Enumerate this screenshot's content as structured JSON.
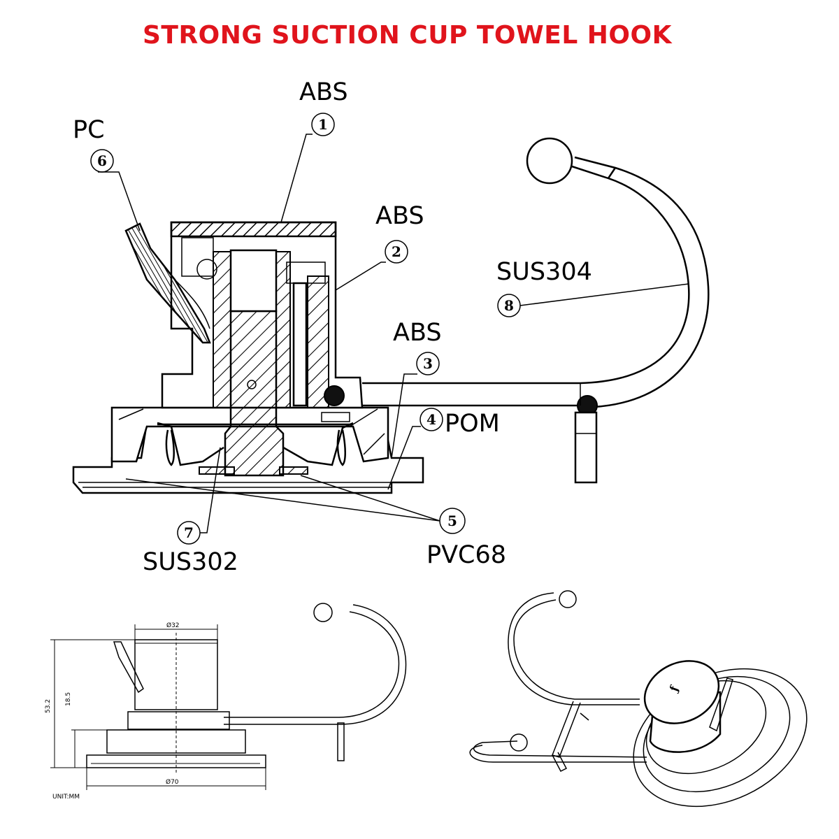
{
  "title": "STRONG SUCTION CUP TOWEL HOOK",
  "colors": {
    "title": "#e0141c",
    "line": "#000000",
    "background": "#ffffff"
  },
  "callouts": [
    {
      "number": "1",
      "material": "ABS"
    },
    {
      "number": "2",
      "material": "ABS"
    },
    {
      "number": "3",
      "material": "ABS"
    },
    {
      "number": "4",
      "material": "POM"
    },
    {
      "number": "5",
      "material": "PVC68"
    },
    {
      "number": "6",
      "material": "PC"
    },
    {
      "number": "7",
      "material": "SUS302"
    },
    {
      "number": "8",
      "material": "SUS304"
    }
  ],
  "dimension_drawing": {
    "top_diameter": "Ø32",
    "base_diameter": "Ø70",
    "total_height": "53.2",
    "base_height": "18.5",
    "unit_label": "UNIT:MM"
  },
  "views": [
    "cross-section",
    "side-dimension-view",
    "isometric-view"
  ]
}
